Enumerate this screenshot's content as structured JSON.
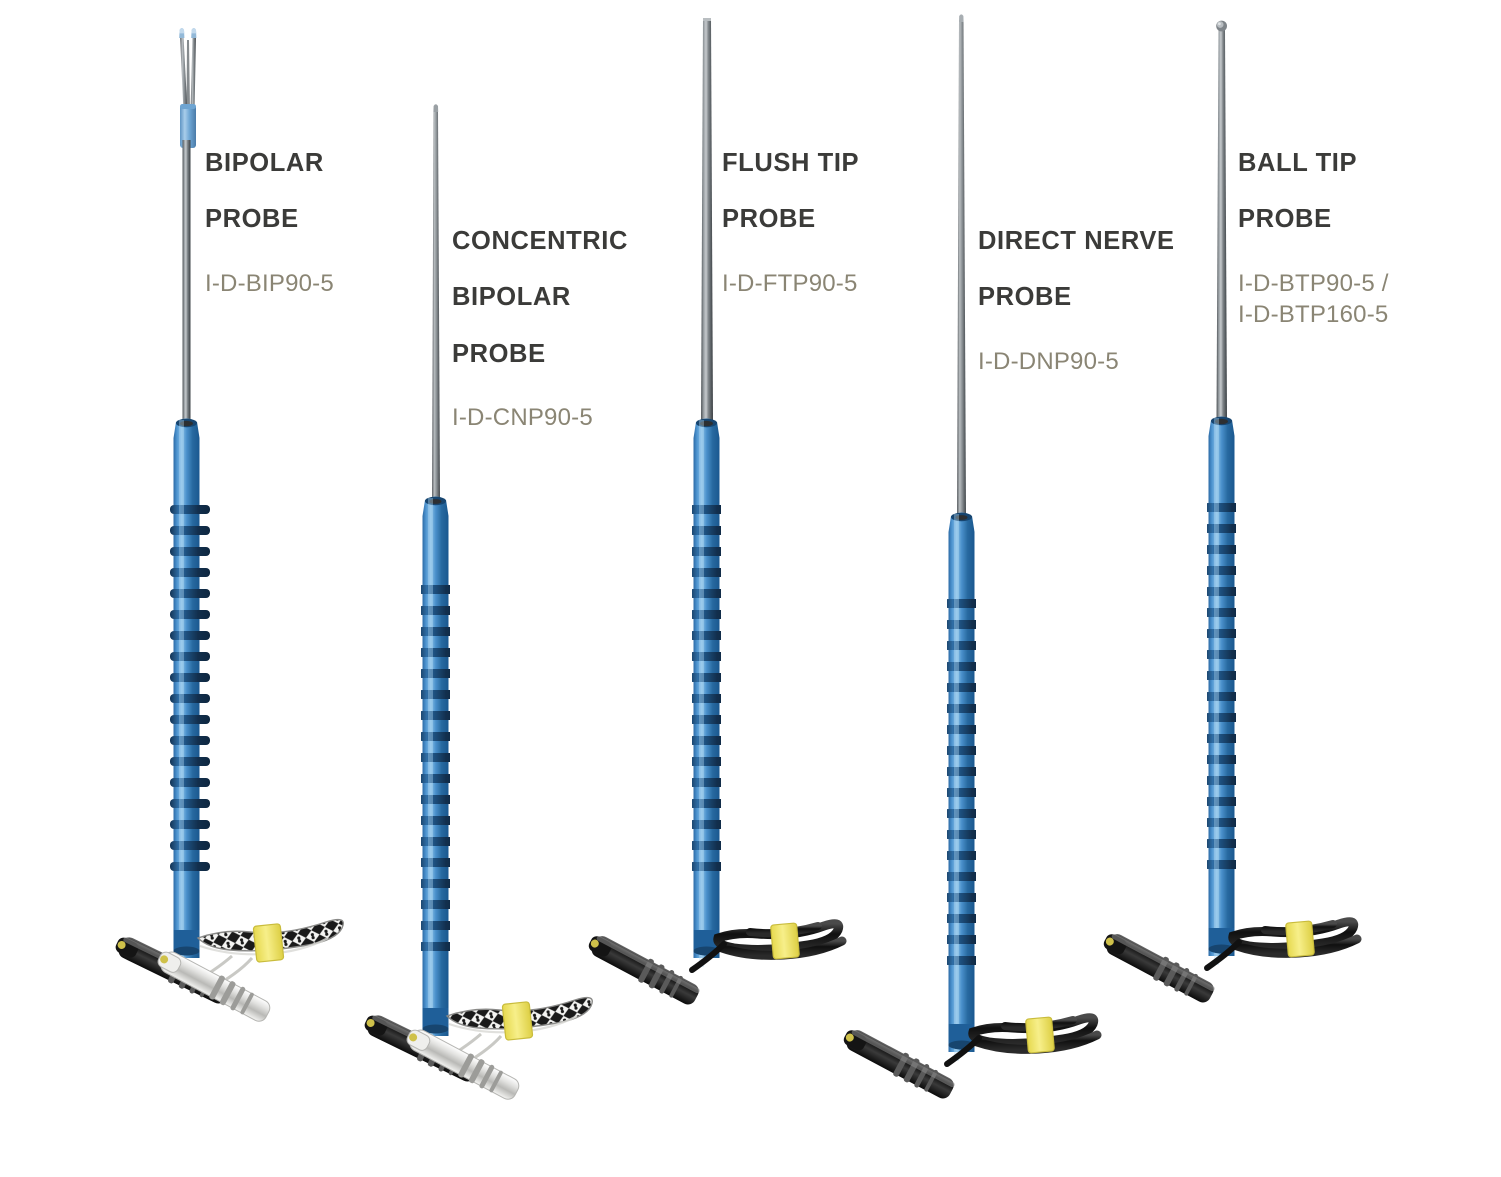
{
  "figure": {
    "title": "Nerve stimulator probe product line illustration",
    "background_color": "#ffffff",
    "palette": {
      "handle_blue_light": "#8cc0e8",
      "handle_blue_mid": "#3f86c6",
      "handle_blue_dark": "#1e5a94",
      "handle_groove": "#17375c",
      "shaft_steel_light": "#c9cdd0",
      "shaft_steel_mid": "#6e7478",
      "shaft_steel_dark": "#3c4145",
      "tip_blue": "#7fb4dd",
      "cable_black": "#1b1b1b",
      "cable_braid_white": "#f2f2f0",
      "band_yellow": "#f0e25a",
      "connector_black": "#2b2b2b",
      "connector_white": "#e8e8e6",
      "label_title_color": "#3b3b39",
      "label_code_color": "#8a8574"
    }
  },
  "probes": [
    {
      "id": "bipolar-probe",
      "title_lines": [
        "BIPOLAR",
        "PROBE"
      ],
      "code_lines": [
        "I-D-BIP90-5"
      ],
      "tip_type": "dual-prong-bipolar",
      "cable_type": "braided-dual-connector",
      "connectors": [
        "black",
        "white"
      ],
      "band_color": "#f0e25a"
    },
    {
      "id": "concentric-bipolar-probe",
      "title_lines": [
        "CONCENTRIC",
        "BIPOLAR",
        "PROBE"
      ],
      "code_lines": [
        "I-D-CNP90-5"
      ],
      "tip_type": "needle-concentric",
      "cable_type": "braided-dual-connector",
      "connectors": [
        "black",
        "white"
      ],
      "band_color": "#f0e25a"
    },
    {
      "id": "flush-tip-probe",
      "title_lines": [
        "FLUSH TIP",
        "PROBE"
      ],
      "code_lines": [
        "I-D-FTP90-5"
      ],
      "tip_type": "flush-flat",
      "cable_type": "coiled-single-connector",
      "connectors": [
        "black"
      ],
      "band_color": "#f0e25a"
    },
    {
      "id": "direct-nerve-probe",
      "title_lines": [
        "DIRECT NERVE",
        "PROBE"
      ],
      "code_lines": [
        "I-D-DNP90-5"
      ],
      "tip_type": "fine-needle",
      "cable_type": "coiled-single-connector",
      "connectors": [
        "black"
      ],
      "band_color": "#f0e25a"
    },
    {
      "id": "ball-tip-probe",
      "title_lines": [
        "BALL TIP",
        "PROBE"
      ],
      "code_lines": [
        "I-D-BTP90-5 /",
        "I-D-BTP160-5"
      ],
      "tip_type": "ball",
      "cable_type": "coiled-single-connector",
      "connectors": [
        "black"
      ],
      "band_color": "#f0e25a"
    }
  ],
  "labels": {
    "p1": {
      "line1": "BIPOLAR",
      "line2": "PROBE",
      "code1": "I-D-BIP90-5"
    },
    "p2": {
      "line1": "CONCENTRIC",
      "line2": "BIPOLAR",
      "line3": "PROBE",
      "code1": "I-D-CNP90-5"
    },
    "p3": {
      "line1": "FLUSH TIP",
      "line2": "PROBE",
      "code1": "I-D-FTP90-5"
    },
    "p4": {
      "line1": "DIRECT NERVE",
      "line2": "PROBE",
      "code1": "I-D-DNP90-5"
    },
    "p5": {
      "line1": "BALL TIP",
      "line2": "PROBE",
      "code1": "I-D-BTP90-5 /",
      "code2": "I-D-BTP160-5"
    }
  }
}
